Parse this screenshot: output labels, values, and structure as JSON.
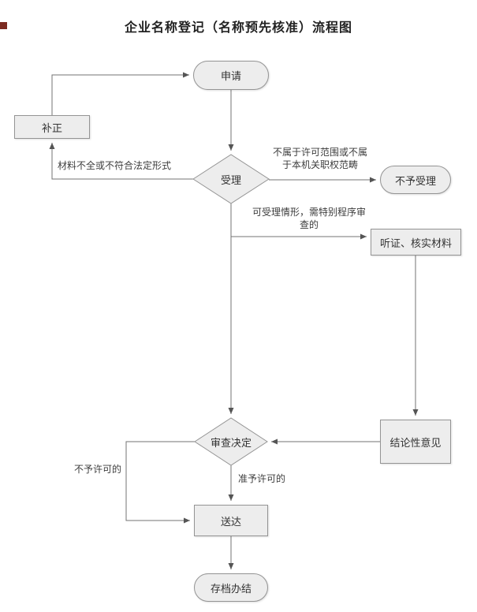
{
  "page": {
    "title": "企业名称登记（名称预先核准）流程图"
  },
  "nodes": {
    "apply": "申请",
    "correction": "补正",
    "acceptance": "受理",
    "reject": "不予受理",
    "hearing": "听证、核实材料",
    "decision": "审查决定",
    "conclusion": "结论性意见",
    "delivery": "送达",
    "archive": "存档办结"
  },
  "edge_labels": {
    "incomplete": "材料不全或不符合法定形式",
    "out_of_scope": "不属于许可范围或不属于本机关职权范畴",
    "special_procedure": "可受理情形，需特别程序审查的",
    "not_permitted": "不予许可的",
    "permitted": "准予许可的"
  },
  "colors": {
    "node_fill": "#ededed",
    "node_border": "#949494",
    "line": "#737373",
    "arrow": "#555555",
    "text": "#333333",
    "accent_square": "#7b2a21"
  },
  "flow": {
    "edges": [
      "补正 → 申请",
      "申请 → 受理",
      "受理 → 补正 (材料不全或不符合法定形式)",
      "受理 → 不予受理 (不属于许可范围或不属于本机关职权范畴)",
      "受理 → 审查决定",
      "受理 → 听证、核实材料 (可受理情形，需特别程序审查的)",
      "听证、核实材料 → 结论性意见",
      "结论性意见 → 审查决定",
      "审查决定 → 送达 (准予许可的)",
      "审查决定 → 送达 (不予许可的)",
      "送达 → 存档办结"
    ]
  }
}
